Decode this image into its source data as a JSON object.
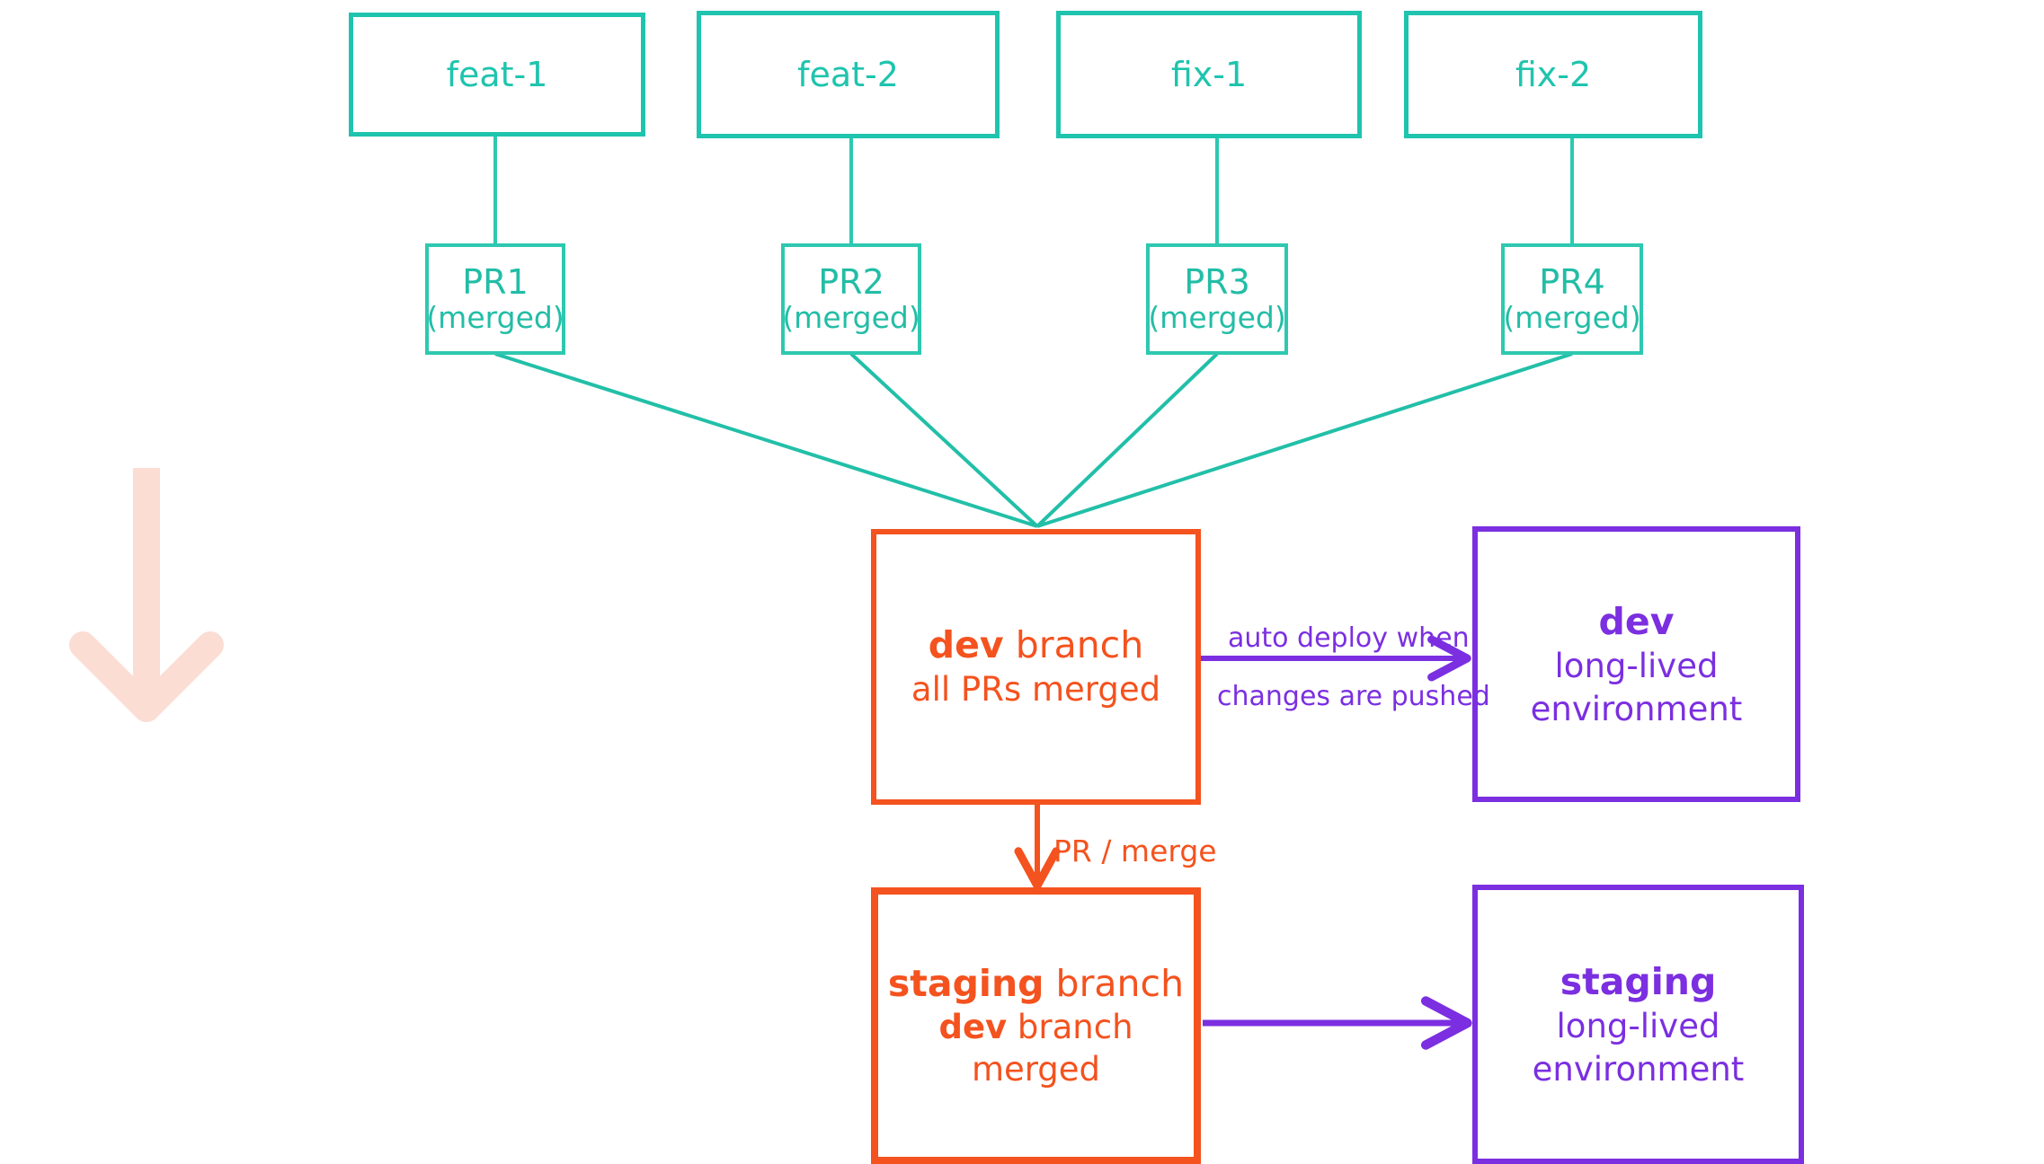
{
  "diagram": {
    "title": "git branching and environment deployment flow",
    "colors": {
      "teal": "#1fc4ae",
      "orange": "#f4521e",
      "purple": "#7b2fe0",
      "pink_arrow": "#fbddd3",
      "background": "#ffffff"
    },
    "source_branches": [
      {
        "label": "feat-1"
      },
      {
        "label": "feat-2"
      },
      {
        "label": "fix-1"
      },
      {
        "label": "fix-2"
      }
    ],
    "pull_requests": [
      {
        "title": "PR1",
        "status": "(merged)"
      },
      {
        "title": "PR2",
        "status": "(merged)"
      },
      {
        "title": "PR3",
        "status": "(merged)"
      },
      {
        "title": "PR4",
        "status": "(merged)"
      }
    ],
    "branches": [
      {
        "id": "dev-branch",
        "name": "dev",
        "name_suffix": " branch",
        "detail_prefix": "",
        "detail_bold": "",
        "detail": "all PRs merged"
      },
      {
        "id": "staging-branch",
        "name": "staging",
        "name_suffix": " branch",
        "detail_bold": "dev",
        "detail": " branch merged"
      }
    ],
    "environments": [
      {
        "id": "dev-environment",
        "name": "dev",
        "sub_line1": "long-lived",
        "sub_line2": "environment"
      },
      {
        "id": "staging-environment",
        "name": "staging",
        "sub_line1": "long-lived",
        "sub_line2": "environment"
      }
    ],
    "edge_labels": {
      "auto_deploy_line1": "auto deploy when",
      "auto_deploy_line2": "changes are pushed",
      "pr_merge": "PR / merge"
    },
    "flow_arrow": {
      "name": "downward-flow-arrow",
      "direction": "down"
    }
  }
}
